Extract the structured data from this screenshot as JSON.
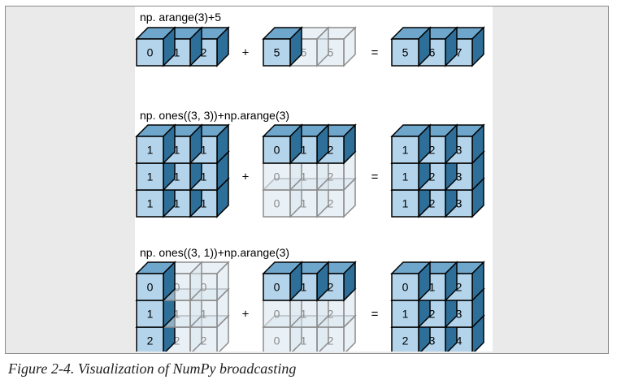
{
  "caption": "Figure 2-4. Visualization of NumPy broadcasting",
  "colors": {
    "frame_background": "#eaeaea",
    "panel_background": "#ffffff",
    "cube_face_solid": "#b3d4ea",
    "cube_top_solid": "#6fa6cc",
    "cube_side_solid": "#2e6f9a",
    "cube_stroke": "#000000",
    "ghost_face": "#d9e6ef",
    "ghost_stroke": "#8c8c8c",
    "ghost_text": "#8a8a8a"
  },
  "rows": [
    {
      "label": "np. arange(3)+5",
      "operator": "+",
      "equals": "=",
      "operands": [
        {
          "cells": [
            [
              "0",
              "1",
              "2"
            ]
          ],
          "ghost": [
            [
              false,
              false,
              false
            ]
          ]
        },
        {
          "cells": [
            [
              "5",
              "5",
              "5"
            ]
          ],
          "ghost": [
            [
              false,
              true,
              true
            ]
          ]
        },
        {
          "cells": [
            [
              "5",
              "6",
              "7"
            ]
          ],
          "ghost": [
            [
              false,
              false,
              false
            ]
          ]
        }
      ]
    },
    {
      "label": "np. ones((3, 3))+np.arange(3)",
      "operator": "+",
      "equals": "=",
      "operands": [
        {
          "cells": [
            [
              "1",
              "1",
              "1"
            ],
            [
              "1",
              "1",
              "1"
            ],
            [
              "1",
              "1",
              "1"
            ]
          ],
          "ghost": [
            [
              false,
              false,
              false
            ],
            [
              false,
              false,
              false
            ],
            [
              false,
              false,
              false
            ]
          ]
        },
        {
          "cells": [
            [
              "0",
              "1",
              "2"
            ],
            [
              "0",
              "1",
              "2"
            ],
            [
              "0",
              "1",
              "2"
            ]
          ],
          "ghost": [
            [
              false,
              false,
              false
            ],
            [
              true,
              true,
              true
            ],
            [
              true,
              true,
              true
            ]
          ]
        },
        {
          "cells": [
            [
              "1",
              "2",
              "3"
            ],
            [
              "1",
              "2",
              "3"
            ],
            [
              "1",
              "2",
              "3"
            ]
          ],
          "ghost": [
            [
              false,
              false,
              false
            ],
            [
              false,
              false,
              false
            ],
            [
              false,
              false,
              false
            ]
          ]
        }
      ]
    },
    {
      "label": "np. ones((3, 1))+np.arange(3)",
      "operator": "+",
      "equals": "=",
      "operands": [
        {
          "cells": [
            [
              "0",
              "0",
              "0"
            ],
            [
              "1",
              "1",
              "1"
            ],
            [
              "2",
              "2",
              "2"
            ]
          ],
          "ghost": [
            [
              false,
              true,
              true
            ],
            [
              false,
              true,
              true
            ],
            [
              false,
              true,
              true
            ]
          ]
        },
        {
          "cells": [
            [
              "0",
              "1",
              "2"
            ],
            [
              "0",
              "1",
              "2"
            ],
            [
              "0",
              "1",
              "2"
            ]
          ],
          "ghost": [
            [
              false,
              false,
              false
            ],
            [
              true,
              true,
              true
            ],
            [
              true,
              true,
              true
            ]
          ]
        },
        {
          "cells": [
            [
              "0",
              "1",
              "2"
            ],
            [
              "1",
              "2",
              "3"
            ],
            [
              "2",
              "3",
              "4"
            ]
          ],
          "ghost": [
            [
              false,
              false,
              false
            ],
            [
              false,
              false,
              false
            ],
            [
              false,
              false,
              false
            ]
          ]
        }
      ]
    }
  ]
}
